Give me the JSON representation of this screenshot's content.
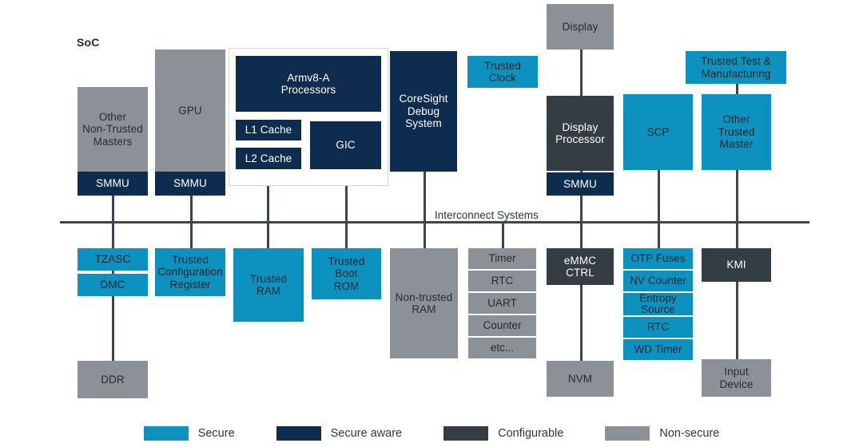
{
  "diagram": {
    "title": "SoC",
    "bus_label": "Interconnect Systems"
  },
  "colors": {
    "secure": "#0d92c0",
    "secure_aware": "#0e2c4d",
    "configurable": "#343c44",
    "non_secure": "#8c9197",
    "line": "#3c4650",
    "background": "#ffffff"
  },
  "blocks": {
    "other_non_trusted_masters": "Other\nNon-Trusted\nMasters",
    "smmu_masters": "SMMU",
    "gpu": "GPU",
    "smmu_gpu": "SMMU",
    "armv8a_processors": "Armv8-A\nProcessors",
    "l1_cache": "L1 Cache",
    "l2_cache": "L2 Cache",
    "gic": "GIC",
    "coresight_debug_system": "CoreSight\nDebug\nSystem",
    "trusted_clock": "Trusted\nClock",
    "display": "Display",
    "display_processor": "Display\nProcessor",
    "smmu_display": "SMMU",
    "scp": "SCP",
    "trusted_test_manufacturing": "Trusted Test &\nManufacturing",
    "other_trusted_master": "Other\nTrusted\nMaster",
    "tzasc": "TZASC",
    "dmc": "DMC",
    "ddr": "DDR",
    "trusted_configuration_register": "Trusted\nConfiguration\nRegister",
    "trusted_ram": "Trusted\nRAM",
    "trusted_boot_rom": "Trusted\nBoot\nROM",
    "non_trusted_ram": "Non-trusted\nRAM",
    "emmc_ctrl": "eMMC\nCTRL",
    "nvm": "NVM",
    "kmi": "KMI",
    "input_device": "Input\nDevice"
  },
  "peripheral_stack": {
    "items": [
      "Timer",
      "RTC",
      "UART",
      "Counter",
      "etc..."
    ]
  },
  "secure_peripheral_stack": {
    "items": [
      "OTP Fuses",
      "NV Counter",
      "Entropy\nSource",
      "RTC",
      "WD Timer"
    ]
  },
  "legend": {
    "items": [
      {
        "label": "Secure",
        "color": "#0d92c0"
      },
      {
        "label": "Secure aware",
        "color": "#0e2c4d"
      },
      {
        "label": "Configurable",
        "color": "#343c44"
      },
      {
        "label": "Non-secure",
        "color": "#8c9197"
      }
    ]
  }
}
